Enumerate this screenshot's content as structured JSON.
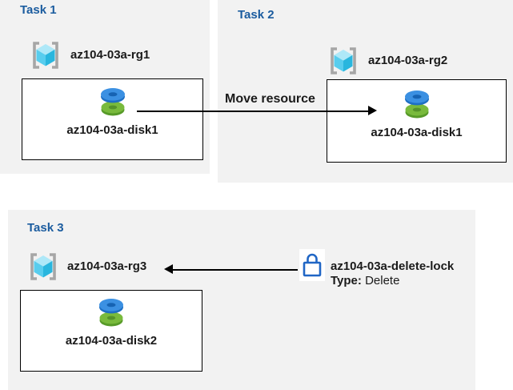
{
  "diagram": {
    "tasks": [
      {
        "title": "Task 1",
        "resource_group": "az104-03a-rg1",
        "resource": "az104-03a-disk1"
      },
      {
        "title": "Task 2",
        "resource_group": "az104-03a-rg2",
        "resource": "az104-03a-disk1"
      },
      {
        "title": "Task 3",
        "resource_group": "az104-03a-rg3",
        "resource": "az104-03a-disk2"
      }
    ],
    "move_arrow_label": "Move resource",
    "lock": {
      "name": "az104-03a-delete-lock",
      "type_label": "Type:",
      "type_value": "Delete"
    },
    "icons": {
      "resource_group": "azure-resource-group-icon",
      "disk": "azure-managed-disk-icon",
      "lock": "delete-lock-icon"
    },
    "colors": {
      "panel_bg": "#f2f2f2",
      "title_blue": "#1b5c9f",
      "text_black": "#1a1a1a",
      "lock_blue": "#2066c5",
      "disk_blue_top": "#3b90e2",
      "disk_blue_side": "#1e6fc4",
      "disk_blue_hole": "#1663b3",
      "disk_green_top": "#79ba3c",
      "disk_green_side": "#579a28",
      "disk_green_hole": "#55922a",
      "cube_top": "#aee8f8",
      "cube_left": "#58cdee",
      "cube_right": "#29b6de",
      "bracket_gray": "#a6a6a6"
    }
  }
}
